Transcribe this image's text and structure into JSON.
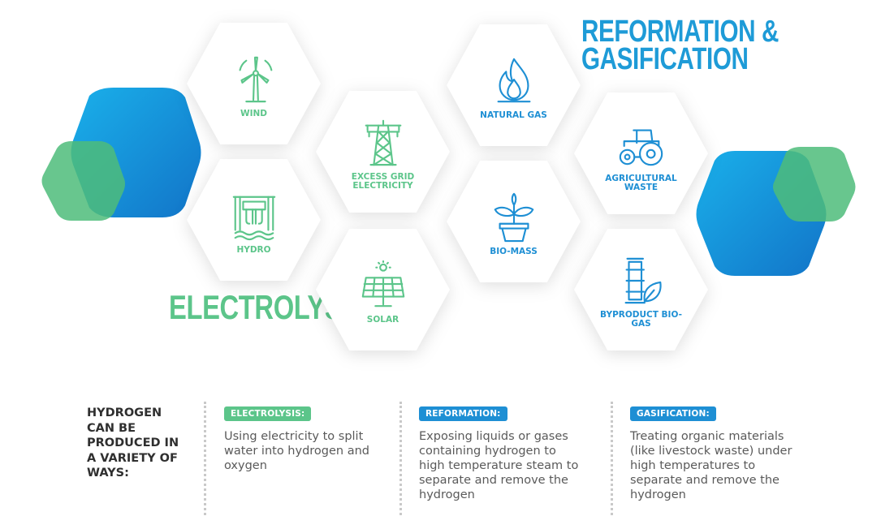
{
  "headings": {
    "reformation_line1": "REFORMATION &",
    "reformation_line2": "GASIFICATION",
    "electrolysis": "ELECTROLYSIS"
  },
  "tiles": [
    {
      "label": "WIND",
      "icon": "wind-turbine-icon",
      "group": "electrolysis"
    },
    {
      "label": "HYDRO",
      "icon": "hydro-dam-icon",
      "group": "electrolysis"
    },
    {
      "label": "EXCESS GRID ELECTRICITY",
      "icon": "power-pylon-icon",
      "group": "electrolysis"
    },
    {
      "label": "SOLAR",
      "icon": "solar-panel-icon",
      "group": "electrolysis"
    },
    {
      "label": "NATURAL GAS",
      "icon": "flame-icon",
      "group": "reformation"
    },
    {
      "label": "BIO-MASS",
      "icon": "potted-plant-icon",
      "group": "reformation"
    },
    {
      "label": "AGRICULTURAL WASTE",
      "icon": "tractor-icon",
      "group": "reformation"
    },
    {
      "label": "BYPRODUCT BIO-GAS",
      "icon": "barrel-leaf-icon",
      "group": "reformation"
    }
  ],
  "intro": "HYDROGEN CAN BE PRODUCED IN A VARIETY OF WAYS:",
  "methods": [
    {
      "badge": "ELECTROLYSIS:",
      "text": "Using electricity to split water into hydrogen and oxygen",
      "color": "#5cc58a"
    },
    {
      "badge": "REFORMATION:",
      "text": "Exposing liquids or gases containing hydrogen to high temperature steam to separate and remove the hydrogen",
      "color": "#1e8fd4"
    },
    {
      "badge": "GASIFICATION:",
      "text": "Treating organic materials (like livestock waste) under high temperatures to separate and remove the hydrogen",
      "color": "#1e8fd4"
    }
  ],
  "colors": {
    "green": "#5cc58a",
    "blue": "#1e9bd7",
    "text_dark": "#2f2f2f",
    "text_body": "#5a5a5a"
  }
}
